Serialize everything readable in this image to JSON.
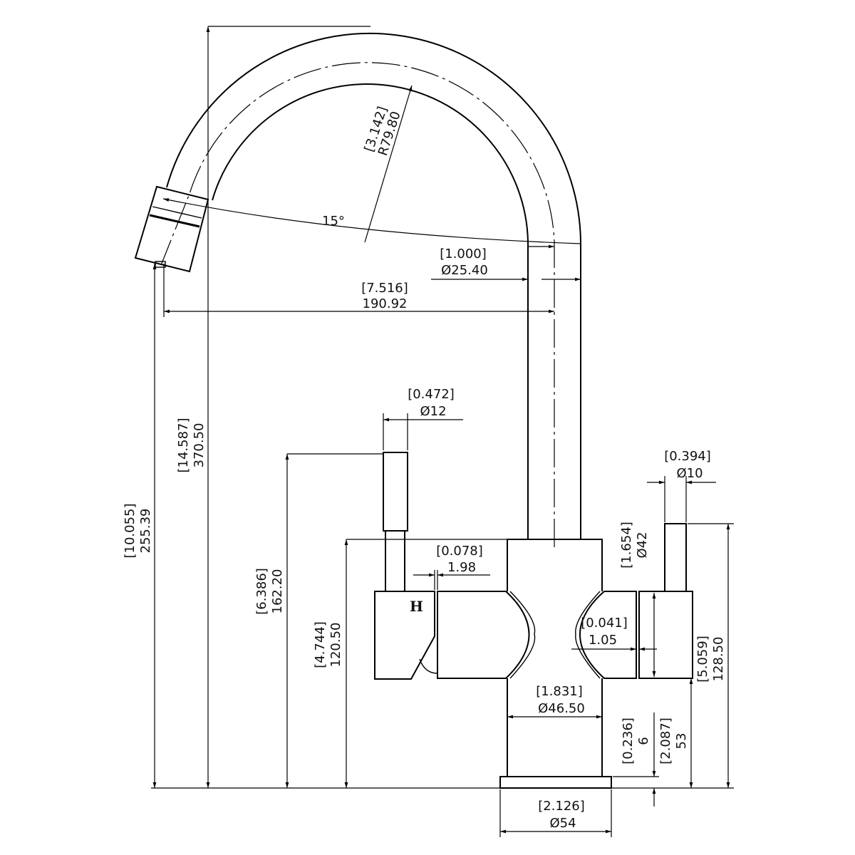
{
  "drawing": {
    "title": "Faucet dimension drawing",
    "angle_label": "15°",
    "handle_mark": "H",
    "dimensions": {
      "spout_radius": {
        "inch": "[3.142]",
        "mm": "R79.80"
      },
      "spout_diameter": {
        "inch": "[1.000]",
        "mm": "Ø25.40"
      },
      "reach": {
        "inch": "[7.516]",
        "mm": "190.92"
      },
      "handle_diameter": {
        "inch": "[0.472]",
        "mm": "Ø12"
      },
      "right_stem_diameter": {
        "inch": "[0.394]",
        "mm": "Ø10"
      },
      "overall_height": {
        "inch": "[14.587]",
        "mm": "370.50"
      },
      "outlet_height": {
        "inch": "[10.055]",
        "mm": "255.39"
      },
      "handle_height": {
        "inch": "[6.386]",
        "mm": "162.20"
      },
      "body_height": {
        "inch": "[4.744]",
        "mm": "120.50"
      },
      "gap": {
        "inch": "[0.078]",
        "mm": "1.98"
      },
      "body_diameter": {
        "inch": "[1.654]",
        "mm": "Ø42"
      },
      "right_gap": {
        "inch": "[0.041]",
        "mm": "1.05"
      },
      "right_height": {
        "inch": "[5.059]",
        "mm": "128.50"
      },
      "column_diameter": {
        "inch": "[1.831]",
        "mm": "Ø46.50"
      },
      "base_thickness": {
        "inch": "[0.236]",
        "mm": "6"
      },
      "column_height": {
        "inch": "[2.087]",
        "mm": "53"
      },
      "base_diameter": {
        "inch": "[2.126]",
        "mm": "Ø54"
      }
    }
  }
}
